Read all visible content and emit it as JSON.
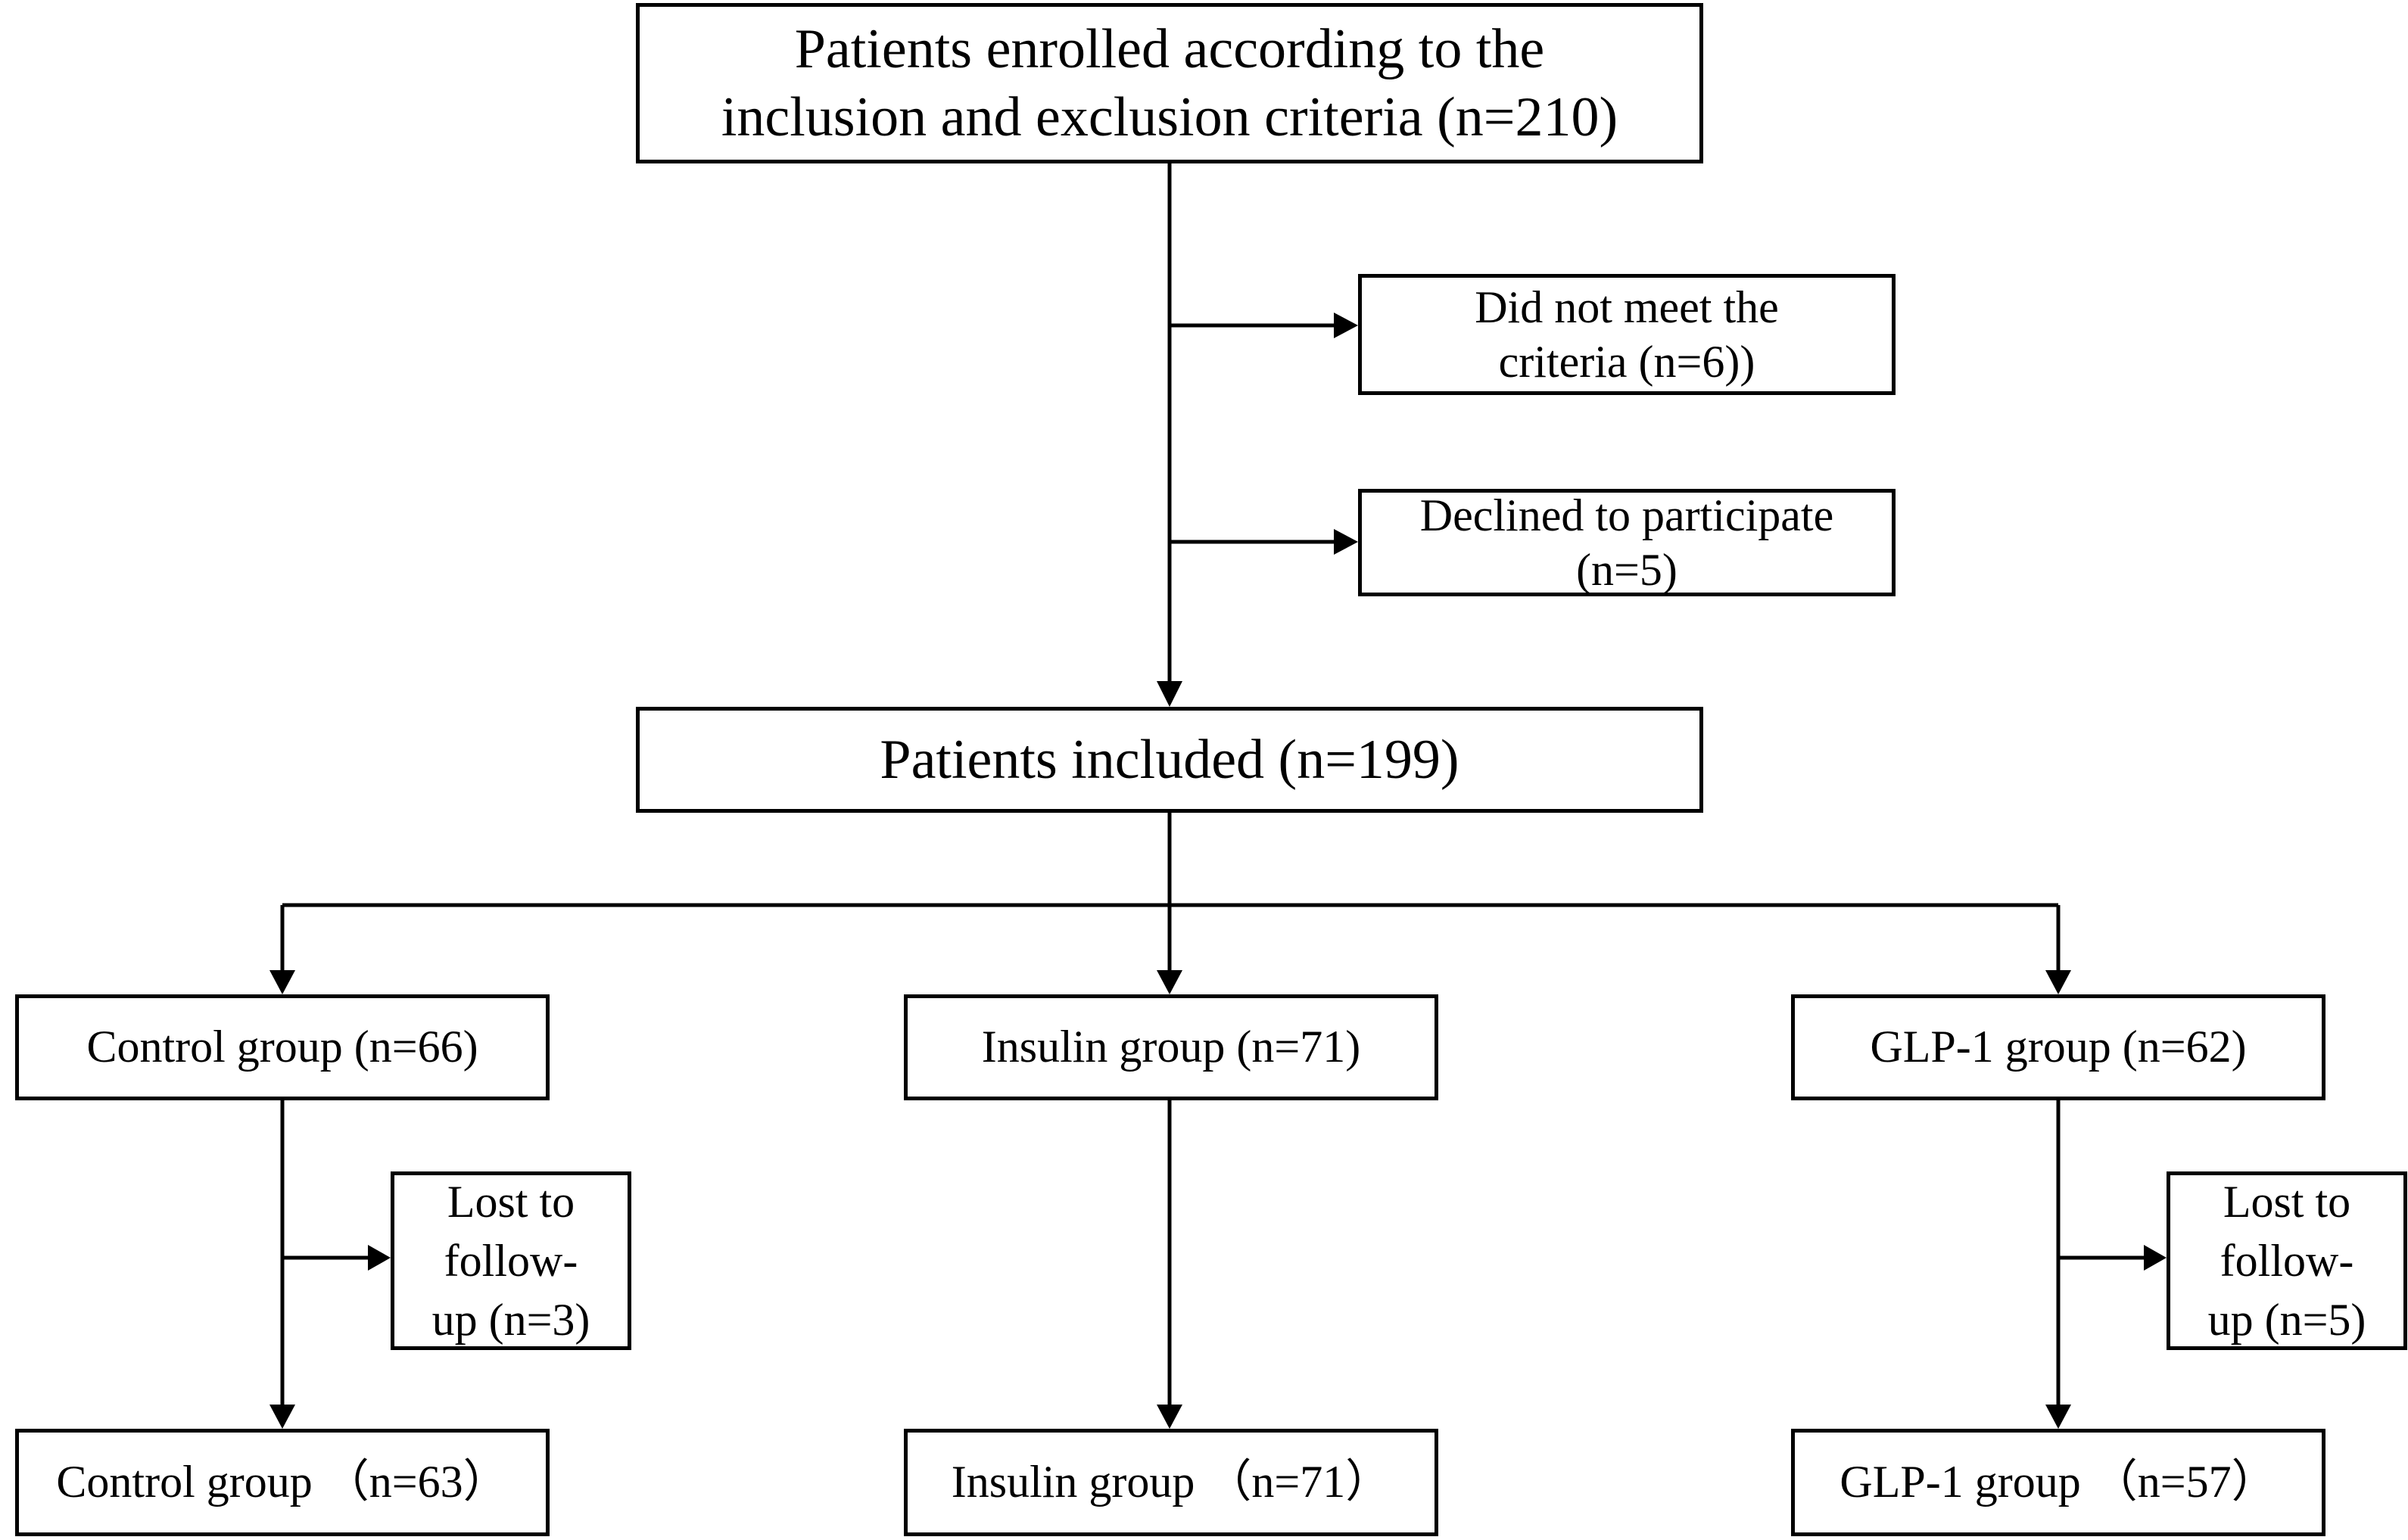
{
  "flowchart": {
    "enrolled": {
      "line1": "Patients enrolled according to the",
      "line2": "inclusion and exclusion criteria (n=210)"
    },
    "did_not_meet": {
      "line1": "Did not meet the",
      "line2": "criteria (n=6))"
    },
    "declined": {
      "line1": "Declined to participate",
      "line2": "(n=5)"
    },
    "included": "Patients included (n=199)",
    "groups_initial": {
      "control": "Control group (n=66)",
      "insulin": "Insulin group (n=71)",
      "glp1": "GLP-1 group (n=62)"
    },
    "lost_control": {
      "line1": "Lost to",
      "line2": "follow-",
      "line3": "up (n=3)"
    },
    "lost_glp1": {
      "line1": "Lost to",
      "line2": "follow-",
      "line3": "up (n=5)"
    },
    "groups_final": {
      "control": "Control group （n=63）",
      "insulin": "Insulin group （n=71）",
      "glp1": "GLP-1 group （n=57）"
    }
  }
}
